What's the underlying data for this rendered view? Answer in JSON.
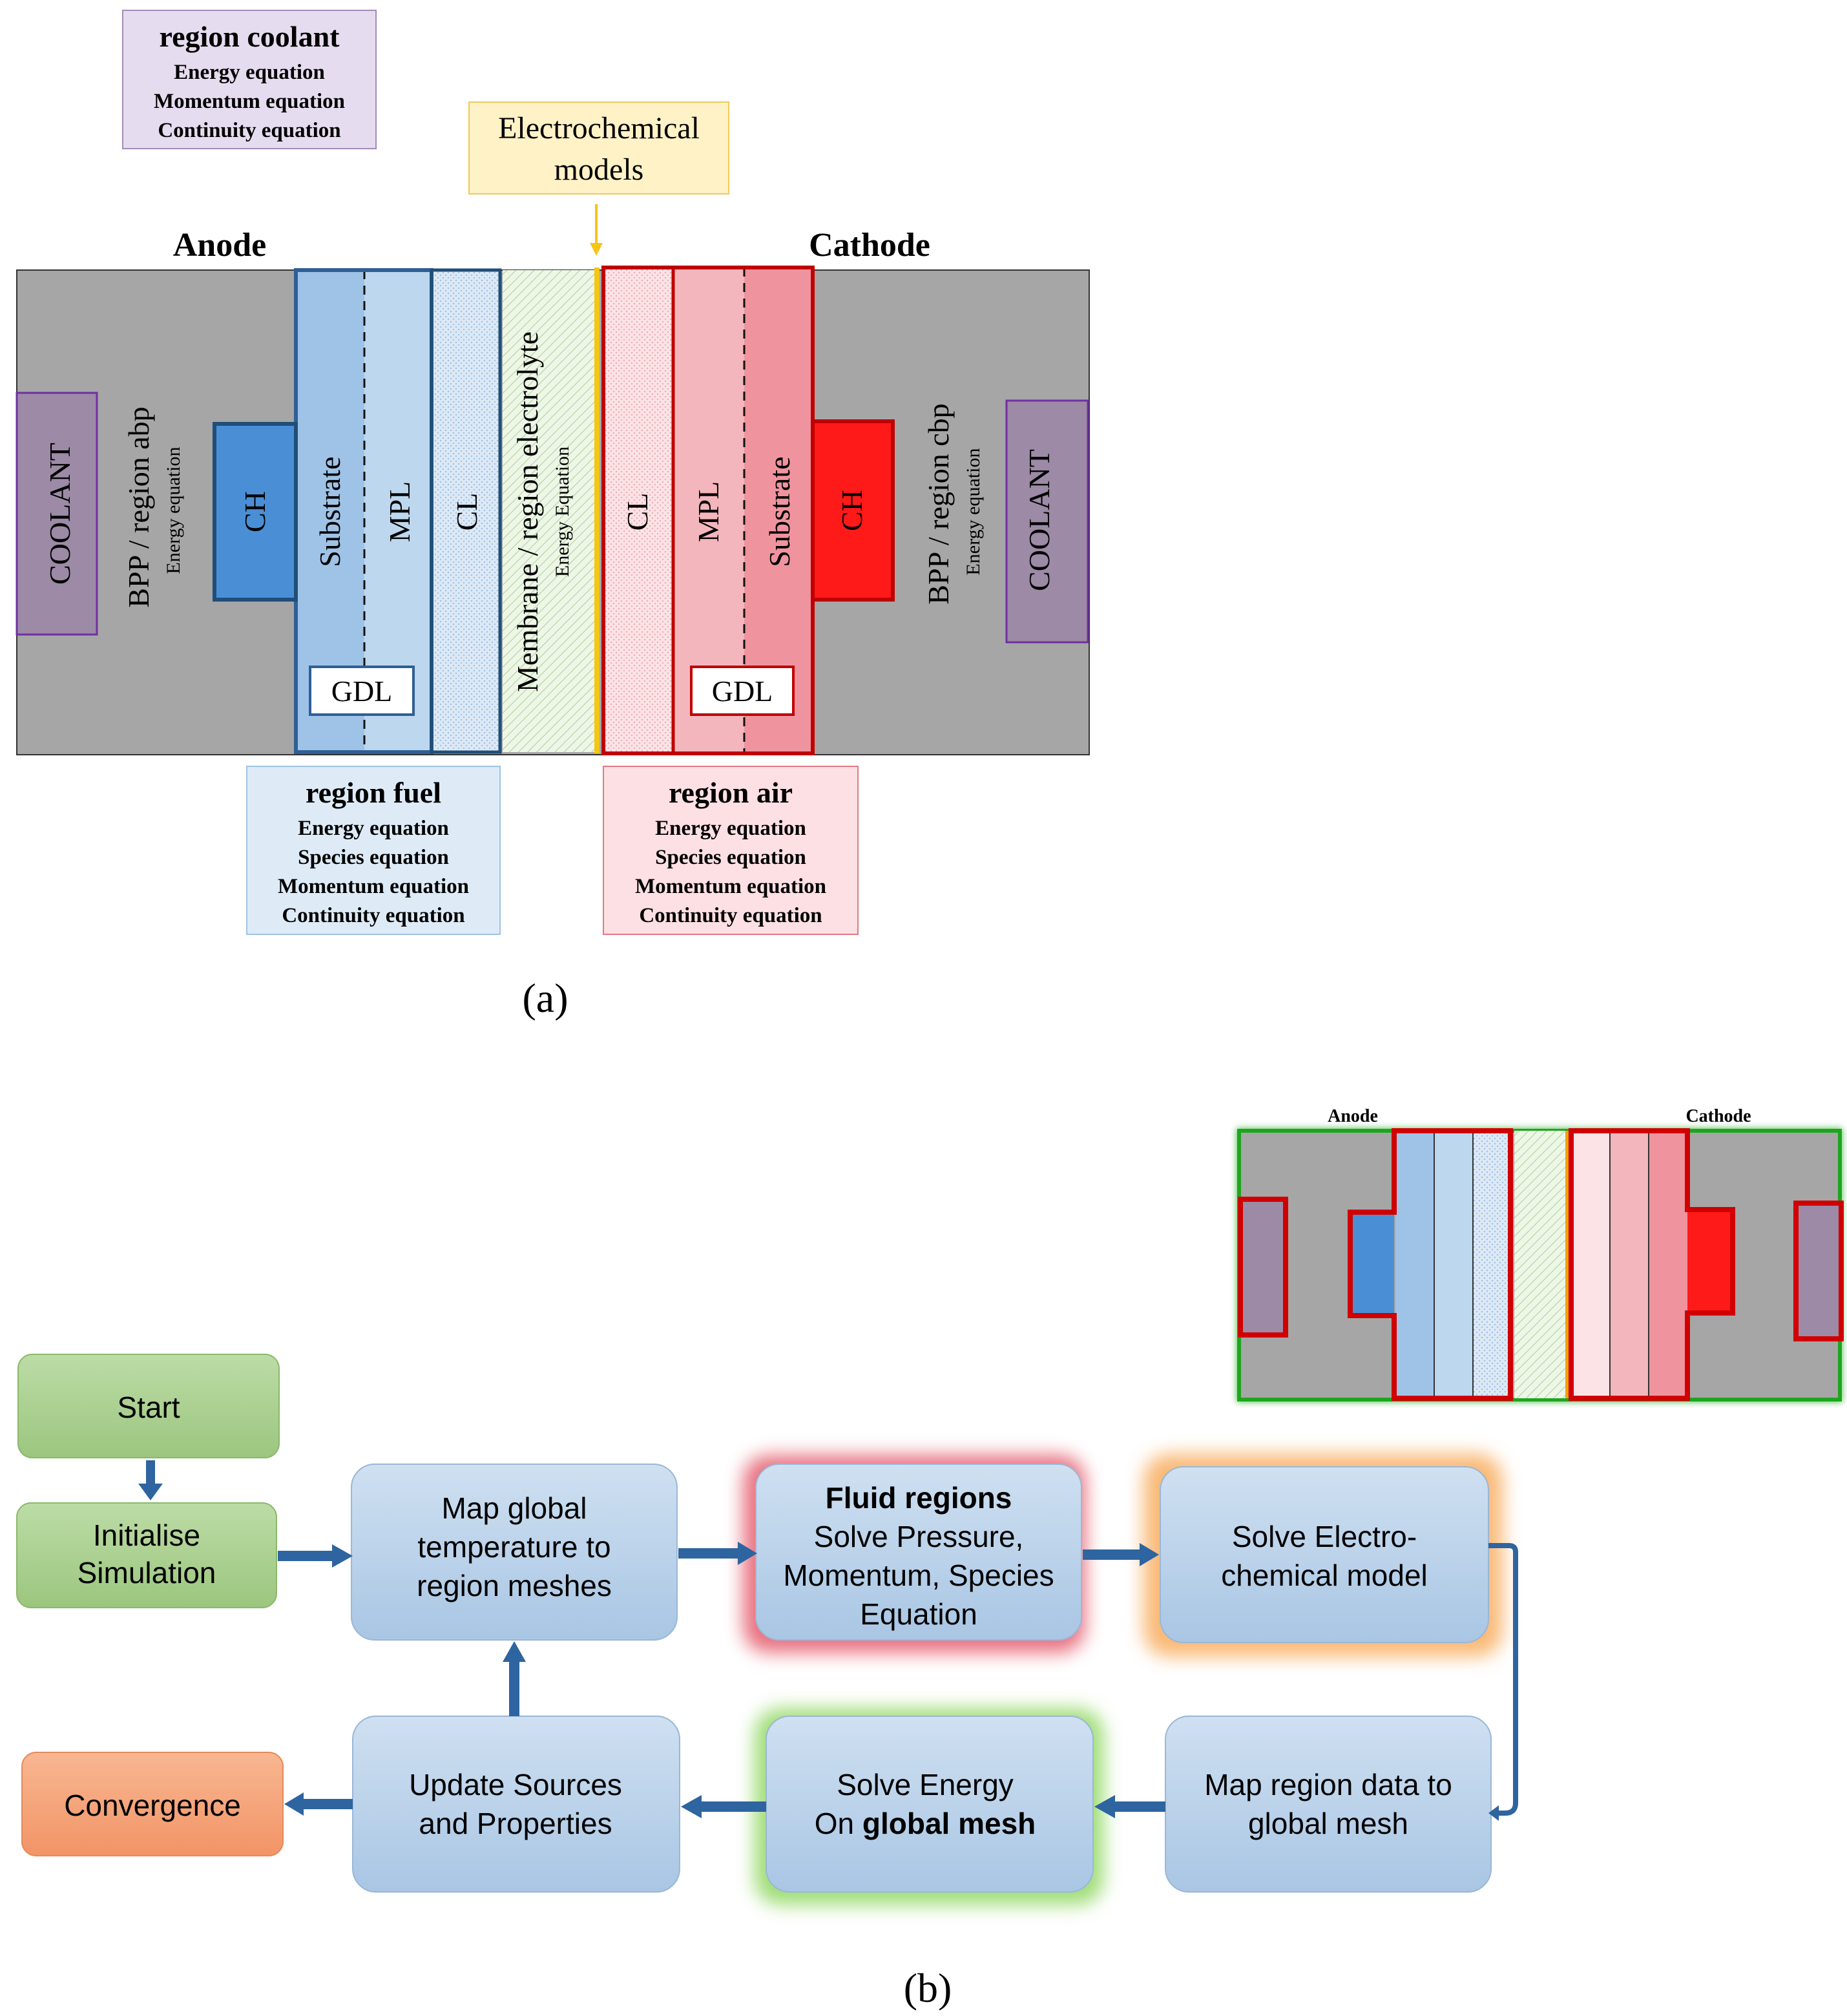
{
  "colors": {
    "bpp_gray": "#a6a6a6",
    "coolant_purple": "#9c8aa6",
    "anode_ch": "#4a8fd6",
    "anode_substrate": "#9fc3e7",
    "anode_mpl": "#bdd7ee",
    "anode_cl": "#d6e6f5",
    "anode_border": "#1f4e79",
    "membrane_green": "#e2efd9",
    "cathode_cl": "#f9d5d9",
    "cathode_mpl": "#f4b6bd",
    "cathode_substrate": "#ef949e",
    "cathode_ch": "#ff1a1a",
    "cathode_border": "#c00000",
    "electrochem_yellow": "#f5c518",
    "flow_box": "#b7cfe6",
    "start_green": "#a9cf8f",
    "convergence_orange": "#f4a57c",
    "arrow_blue": "#2e64a0"
  },
  "panel_a": {
    "region_coolant": {
      "title": "region coolant",
      "lines": [
        "Energy equation",
        "Momentum equation",
        "Continuity equation"
      ]
    },
    "electrochemical": {
      "line1": "Electrochemical",
      "line2": "models"
    },
    "anode_label": "Anode",
    "cathode_label": "Cathode",
    "coolant_left": "COOLANT",
    "coolant_right": "COOLANT",
    "bpp_left": {
      "main": "BPP / region abp",
      "sub": "Energy equation"
    },
    "bpp_right": {
      "main": "BPP / region cbp",
      "sub": "Energy equation"
    },
    "anode_ch": "CH",
    "cathode_ch": "CH",
    "anode_layers": {
      "substrate": "Substrate",
      "mpl": "MPL",
      "cl": "CL"
    },
    "cathode_layers": {
      "cl": "CL",
      "mpl": "MPL",
      "substrate": "Substrate"
    },
    "membrane": {
      "main": "Membrane / region electrolyte",
      "sub": "Energy Equation"
    },
    "gdl_left": "GDL",
    "gdl_right": "GDL",
    "region_fuel": {
      "title": "region fuel",
      "lines": [
        "Energy equation",
        "Species equation",
        "Momentum equation",
        "Continuity equation"
      ]
    },
    "region_air": {
      "title": "region air",
      "lines": [
        "Energy equation",
        "Species equation",
        "Momentum equation",
        "Continuity equation"
      ]
    },
    "caption": "(a)"
  },
  "panel_b": {
    "mini": {
      "anode": "Anode",
      "cathode": "Cathode"
    },
    "start": "Start",
    "init": {
      "l1": "Initialise",
      "l2": "Simulation"
    },
    "map_global": {
      "l1": "Map global",
      "l2": "temperature to",
      "l3": "region meshes"
    },
    "fluid": {
      "title": "Fluid regions",
      "l1": "Solve Pressure,",
      "l2": "Momentum, Species",
      "l3": "Equation"
    },
    "electro": {
      "l1": "Solve Electro-",
      "l2": "chemical model"
    },
    "map_region": {
      "l1": "Map region data to",
      "l2": "global mesh"
    },
    "energy": {
      "l1": "Solve Energy",
      "l2_prefix": "On ",
      "l2_bold": "global mesh"
    },
    "update": {
      "l1": "Update Sources",
      "l2": "and Properties"
    },
    "convergence": "Convergence",
    "caption": "(b)"
  }
}
